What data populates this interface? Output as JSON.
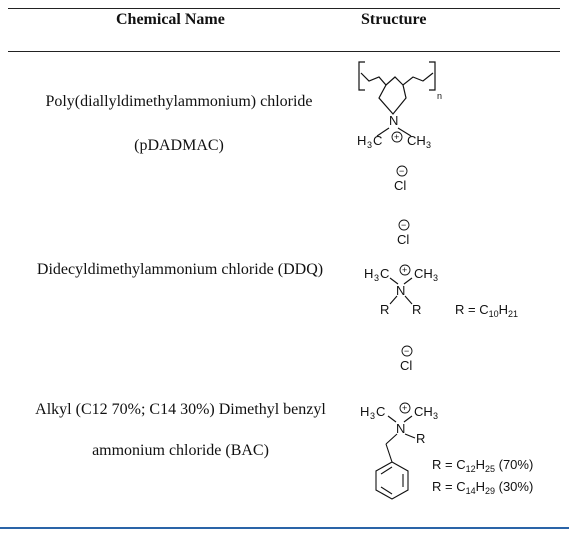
{
  "table": {
    "headers": {
      "name": "Chemical Name",
      "structure": "Structure"
    },
    "rows": [
      {
        "name_line1": "Poly(diallyldimethylammonium) chloride",
        "name_line2": "(pDADMAC)",
        "structure": {
          "n_label": "n",
          "charge": "+",
          "counter_charge": "−",
          "counter_ion": "Cl"
        }
      },
      {
        "name_line1": "Didecyldimethylammonium chloride (DDQ)",
        "structure": {
          "counter_charge": "−",
          "counter_ion": "Cl",
          "charge": "+",
          "r_label": "R",
          "r_definition_prefix": "R = C",
          "r_c_count": "10",
          "r_h_letter": "H",
          "r_h_count": "21"
        }
      },
      {
        "name_line1": "Alkyl (C12 70%; C14 30%) Dimethyl benzyl",
        "name_line2": "ammonium chloride (BAC)",
        "structure": {
          "counter_charge": "−",
          "counter_ion": "Cl",
          "charge": "+",
          "r_label": "R",
          "variants": [
            {
              "prefix": "R = C",
              "c": "12",
              "h": "H",
              "hcount": "25",
              "pct": " (70%)"
            },
            {
              "prefix": "R = C",
              "c": "14",
              "h": "H",
              "hcount": "29",
              "pct": " (30%)"
            }
          ]
        }
      }
    ]
  },
  "colors": {
    "accent_rule": "#2a64a8"
  }
}
